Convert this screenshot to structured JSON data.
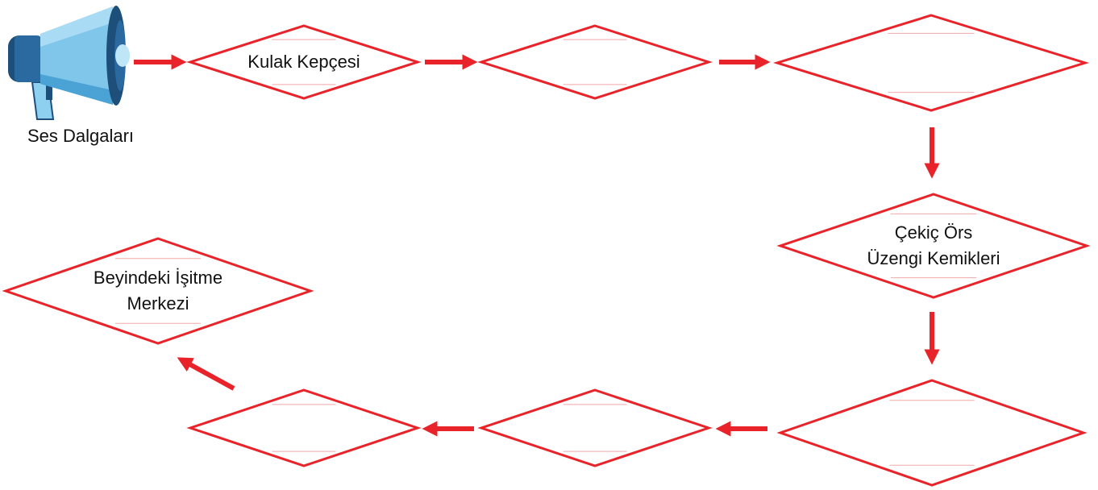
{
  "source_label": "Ses Dalgaları",
  "nodes": [
    {
      "id": "n1",
      "lines": [
        "Kulak Kepçesi"
      ]
    },
    {
      "id": "n2",
      "lines": []
    },
    {
      "id": "n3",
      "lines": []
    },
    {
      "id": "n4",
      "lines": [
        "Çekiç Örs",
        "Üzengi Kemikleri"
      ]
    },
    {
      "id": "n5",
      "lines": []
    },
    {
      "id": "n6",
      "lines": []
    },
    {
      "id": "n7",
      "lines": []
    },
    {
      "id": "n8",
      "lines": [
        "Beyindeki İşitme",
        "Merkezi"
      ]
    }
  ],
  "colors": {
    "accent": "#e8242a",
    "text": "#111111",
    "megaphone_light": "#7fc6ea",
    "megaphone_dark": "#1d4f7a"
  },
  "icons": {
    "source": "megaphone-icon",
    "connector": "arrow-icon"
  }
}
